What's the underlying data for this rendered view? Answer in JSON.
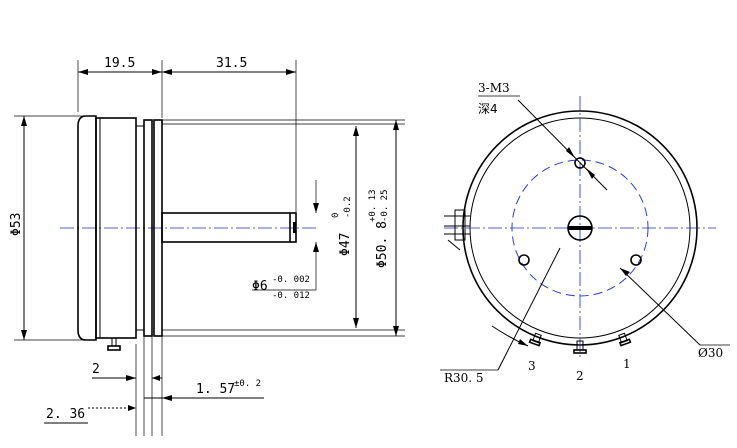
{
  "side_view": {
    "dim_length_body": "19.5",
    "dim_length_shaft": "31.5",
    "dim_diameter_body": "Φ53",
    "dim_diameter_47_main": "Φ47",
    "dim_diameter_47_upper": "0",
    "dim_diameter_47_lower": "-0.2",
    "dim_diameter_508_main": "Φ50. 8",
    "dim_diameter_508_upper": "+0. 13",
    "dim_diameter_508_lower": "-0. 25",
    "dim_shaft_main": "Φ6",
    "dim_shaft_upper": "-0. 002",
    "dim_shaft_lower": "-0. 012",
    "dim_gap_2": "2",
    "dim_flange_main": "1. 57",
    "dim_flange_tol": "±0. 2",
    "dim_236": "2. 36"
  },
  "front_view": {
    "thread_label": "3-M3",
    "depth_label": "深4",
    "radius_label": "R30. 5",
    "diameter_label": "Ø30",
    "terminal_1": "1",
    "terminal_2": "2",
    "terminal_3": "3"
  }
}
